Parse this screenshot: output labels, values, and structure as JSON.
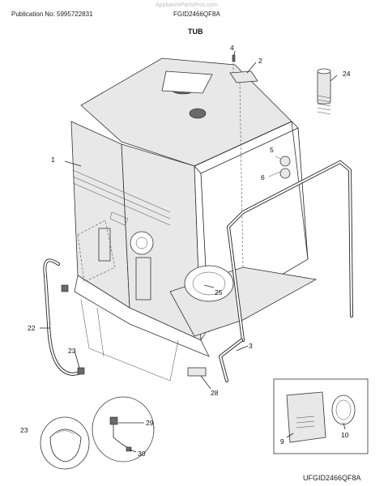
{
  "header": {
    "publication": "Publication No: 5995722831",
    "model": "FGID2466QF8A",
    "watermark": "AppliancePartsPros.com"
  },
  "title": "TUB",
  "footer_code": "UFGID2466QF8A",
  "callouts": [
    "1",
    "2",
    "3",
    "4",
    "5",
    "6",
    "9",
    "10",
    "22",
    "23",
    "23",
    "24",
    "25",
    "28",
    "29",
    "30"
  ]
}
